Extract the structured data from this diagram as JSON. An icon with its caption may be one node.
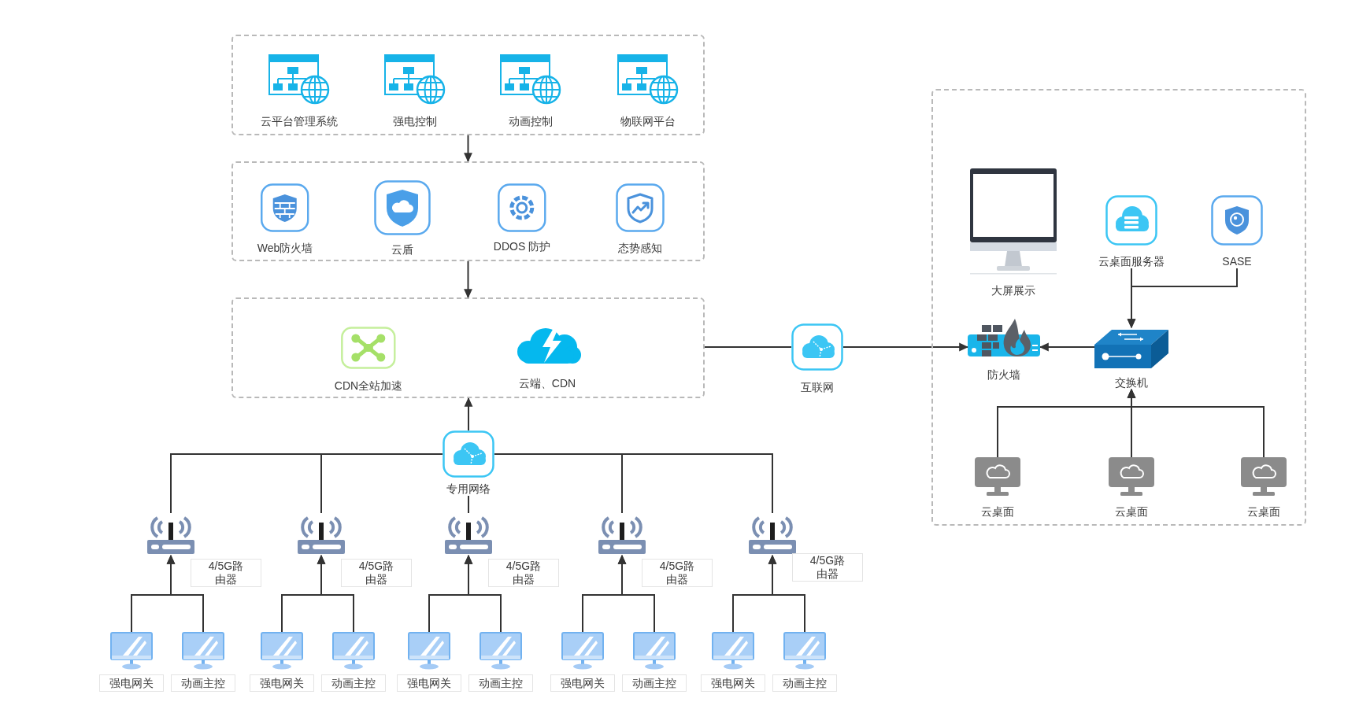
{
  "diagram": {
    "nodes": [
      {
        "text": [],
        "shape": "box"
      },
      {
        "text": [
          "云平台管理系统"
        ],
        "in": 0
      },
      {
        "text": [
          "强电控制"
        ],
        "in": 0
      },
      {
        "text": [
          "动画控制"
        ],
        "in": 0
      },
      {
        "text": [
          "物联网平台"
        ],
        "in": 0
      },
      {
        "text": [],
        "shape": "box"
      },
      {
        "text": [
          "Web防火墙"
        ],
        "in": 5
      },
      {
        "text": [
          "云盾"
        ],
        "in": 5
      },
      {
        "text": [
          "DDOS 防护"
        ],
        "in": 5
      },
      {
        "text": [
          "态势感知"
        ],
        "in": 5
      },
      {
        "text": [],
        "shape": "box"
      },
      {
        "text": [
          "CDN全站加速"
        ],
        "in": 10
      },
      {
        "text": [
          "云端、CDN"
        ],
        "in": 10
      },
      {
        "text": [
          "互联网"
        ]
      },
      {
        "text": [],
        "shape": "box"
      },
      {
        "text": [
          "大屏展示"
        ],
        "in": 14
      },
      {
        "text": [
          "云桌面服务器"
        ],
        "in": 14
      },
      {
        "text": [
          "SASE"
        ],
        "in": 14
      },
      {
        "text": [
          "防火墙"
        ],
        "in": 14
      },
      {
        "text": [
          "交换机"
        ],
        "in": 14
      },
      {
        "text": [
          "云桌面"
        ],
        "in": 14
      },
      {
        "text": [
          "云桌面"
        ],
        "in": 14
      },
      {
        "text": [
          "云桌面"
        ],
        "in": 14
      },
      {
        "text": [
          "专用网络"
        ]
      },
      {
        "text": [],
        "shape": "picture",
        "beside": [
          "4/5G路由器"
        ]
      },
      {
        "text": [],
        "shape": "picture",
        "beside": [
          "4/5G路由器"
        ]
      },
      {
        "text": [],
        "shape": "picture",
        "beside": [
          "4/5G路由器"
        ]
      },
      {
        "text": [],
        "shape": "picture",
        "beside": [
          "4/5G路由器"
        ]
      },
      {
        "text": [],
        "shape": "picture",
        "beside": [
          "4/5G路由器"
        ]
      },
      {
        "text": [
          "强电网关"
        ]
      },
      {
        "text": [
          "动画主控"
        ]
      },
      {
        "text": [
          "强电网关"
        ]
      },
      {
        "text": [
          "动画主控"
        ]
      },
      {
        "text": [
          "强电网关"
        ]
      },
      {
        "text": [
          "动画主控"
        ]
      },
      {
        "text": [
          "强电网关"
        ]
      },
      {
        "text": [
          "动画主控"
        ]
      },
      {
        "text": [
          "强电网关"
        ]
      },
      {
        "text": [
          "动画主控"
        ]
      }
    ],
    "edges": [
      {
        "from": 0,
        "to": 5,
        "arrow": "to"
      },
      {
        "from": 5,
        "to": 10,
        "arrow": "to"
      },
      {
        "from": 10,
        "to": 13,
        "arrow": "none"
      },
      {
        "from": 13,
        "to": 18,
        "arrow": "to"
      },
      {
        "from": 19,
        "to": 18,
        "arrow": "to"
      },
      {
        "from": 16,
        "to": 19,
        "arrow": "to"
      },
      {
        "from": 17,
        "to": 19,
        "arrow": "to"
      },
      {
        "from": 20,
        "to": 19,
        "arrow": "to"
      },
      {
        "from": 21,
        "to": 19,
        "arrow": "to"
      },
      {
        "from": 22,
        "to": 19,
        "arrow": "to"
      },
      {
        "from": 23,
        "to": 10,
        "arrow": "to"
      },
      {
        "from": 24,
        "to": 23,
        "arrow": "none"
      },
      {
        "from": 25,
        "to": 23,
        "arrow": "none"
      },
      {
        "from": 26,
        "to": 23,
        "arrow": "none"
      },
      {
        "from": 27,
        "to": 23,
        "arrow": "none"
      },
      {
        "from": 28,
        "to": 23,
        "arrow": "none"
      },
      {
        "from": 29,
        "to": 24,
        "arrow": "to"
      },
      {
        "from": 30,
        "to": 24,
        "arrow": "to"
      },
      {
        "from": 31,
        "to": 25,
        "arrow": "to"
      },
      {
        "from": 32,
        "to": 25,
        "arrow": "to"
      },
      {
        "from": 33,
        "to": 26,
        "arrow": "to"
      },
      {
        "from": 34,
        "to": 26,
        "arrow": "to"
      },
      {
        "from": 35,
        "to": 27,
        "arrow": "to"
      },
      {
        "from": 36,
        "to": 27,
        "arrow": "to"
      },
      {
        "from": 37,
        "to": 28,
        "arrow": "to"
      },
      {
        "from": 38,
        "to": 28,
        "arrow": "to"
      }
    ]
  }
}
